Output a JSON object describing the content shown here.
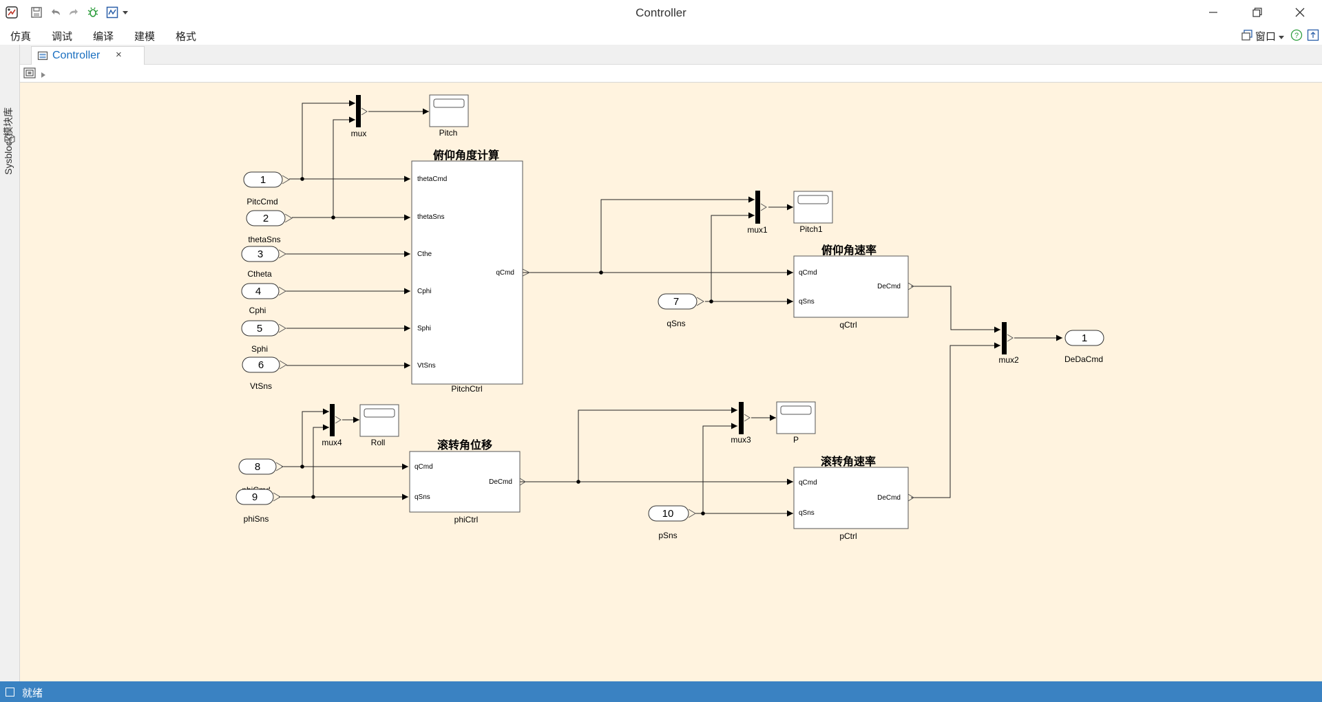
{
  "window": {
    "title": "Controller",
    "quick_access_icons": [
      "app-icon",
      "save-icon",
      "undo-icon",
      "redo-icon",
      "debug-bug-icon",
      "scope-icon",
      "dropdown-icon"
    ],
    "controls": [
      "minimize-icon",
      "restore-icon",
      "close-icon"
    ]
  },
  "menubar": {
    "items": [
      "仿真",
      "调试",
      "编译",
      "建模",
      "格式"
    ],
    "window_menu": "窗口"
  },
  "side_panel": {
    "label": "Sysblock模块库"
  },
  "tab": {
    "label": "Controller",
    "close": "×"
  },
  "status": {
    "text": "就绪"
  },
  "colors": {
    "canvas_bg": "#fff3df",
    "status_bar": "#3a82c2",
    "tab_text": "#1a6fc0"
  },
  "diagram": {
    "inports": [
      {
        "num": "1",
        "name": "PitcCmd"
      },
      {
        "num": "2",
        "name": "thetaSns"
      },
      {
        "num": "3",
        "name": "Ctheta"
      },
      {
        "num": "4",
        "name": "Cphi"
      },
      {
        "num": "5",
        "name": "Sphi"
      },
      {
        "num": "6",
        "name": "VtSns"
      },
      {
        "num": "7",
        "name": "qSns"
      },
      {
        "num": "8",
        "name": "phiCmd"
      },
      {
        "num": "9",
        "name": "phiSns"
      },
      {
        "num": "10",
        "name": "pSns"
      }
    ],
    "outport": {
      "num": "1",
      "name": "DeDaCmd"
    },
    "subsystems": {
      "pitchctrl": {
        "title": "俯仰角度计算",
        "name": "PitchCtrl",
        "inputs": [
          "thetaCmd",
          "thetaSns",
          "Cthe",
          "Cphi",
          "Sphi",
          "VtSns"
        ],
        "output": "qCmd"
      },
      "qctrl": {
        "title": "俯仰角速率",
        "name": "qCtrl",
        "inputs": [
          "qCmd",
          "qSns"
        ],
        "output": "DeCmd"
      },
      "phictrl": {
        "title": "滚转角位移",
        "name": "phiCtrl",
        "inputs": [
          "qCmd",
          "qSns"
        ],
        "output": "DeCmd"
      },
      "pctrl": {
        "title": "滚转角速率",
        "name": "pCtrl",
        "inputs": [
          "qCmd",
          "qSns"
        ],
        "output": "DeCmd"
      }
    },
    "muxes": [
      "mux",
      "mux1",
      "mux2",
      "mux3",
      "mux4"
    ],
    "scopes": [
      "Pitch",
      "Pitch1",
      "P",
      "Roll"
    ]
  }
}
